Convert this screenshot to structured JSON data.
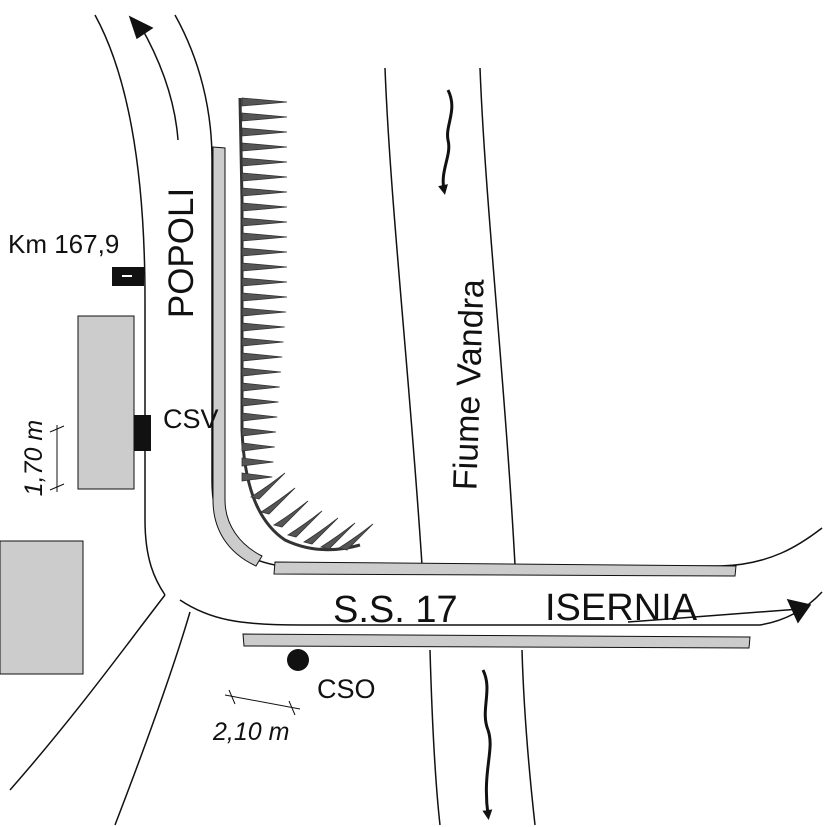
{
  "labels": {
    "road_north": "POPOLI",
    "road_east": "ISERNIA",
    "road_name": "S.S. 17",
    "river": "Fiume Vandra",
    "km_marker": "Km 167,9",
    "station_csv": "CSV",
    "station_cso": "CSO",
    "dim_vertical": "1,70 m",
    "dim_horizontal": "2,10 m"
  },
  "colors": {
    "line": "#111111",
    "building": "#cccccc",
    "kerb": "#cccccc",
    "hatch": "#555555",
    "background": "#ffffff"
  },
  "icons": [
    "flow-arrow-icon",
    "road-direction-arrow-icon",
    "station-marker-icon"
  ]
}
